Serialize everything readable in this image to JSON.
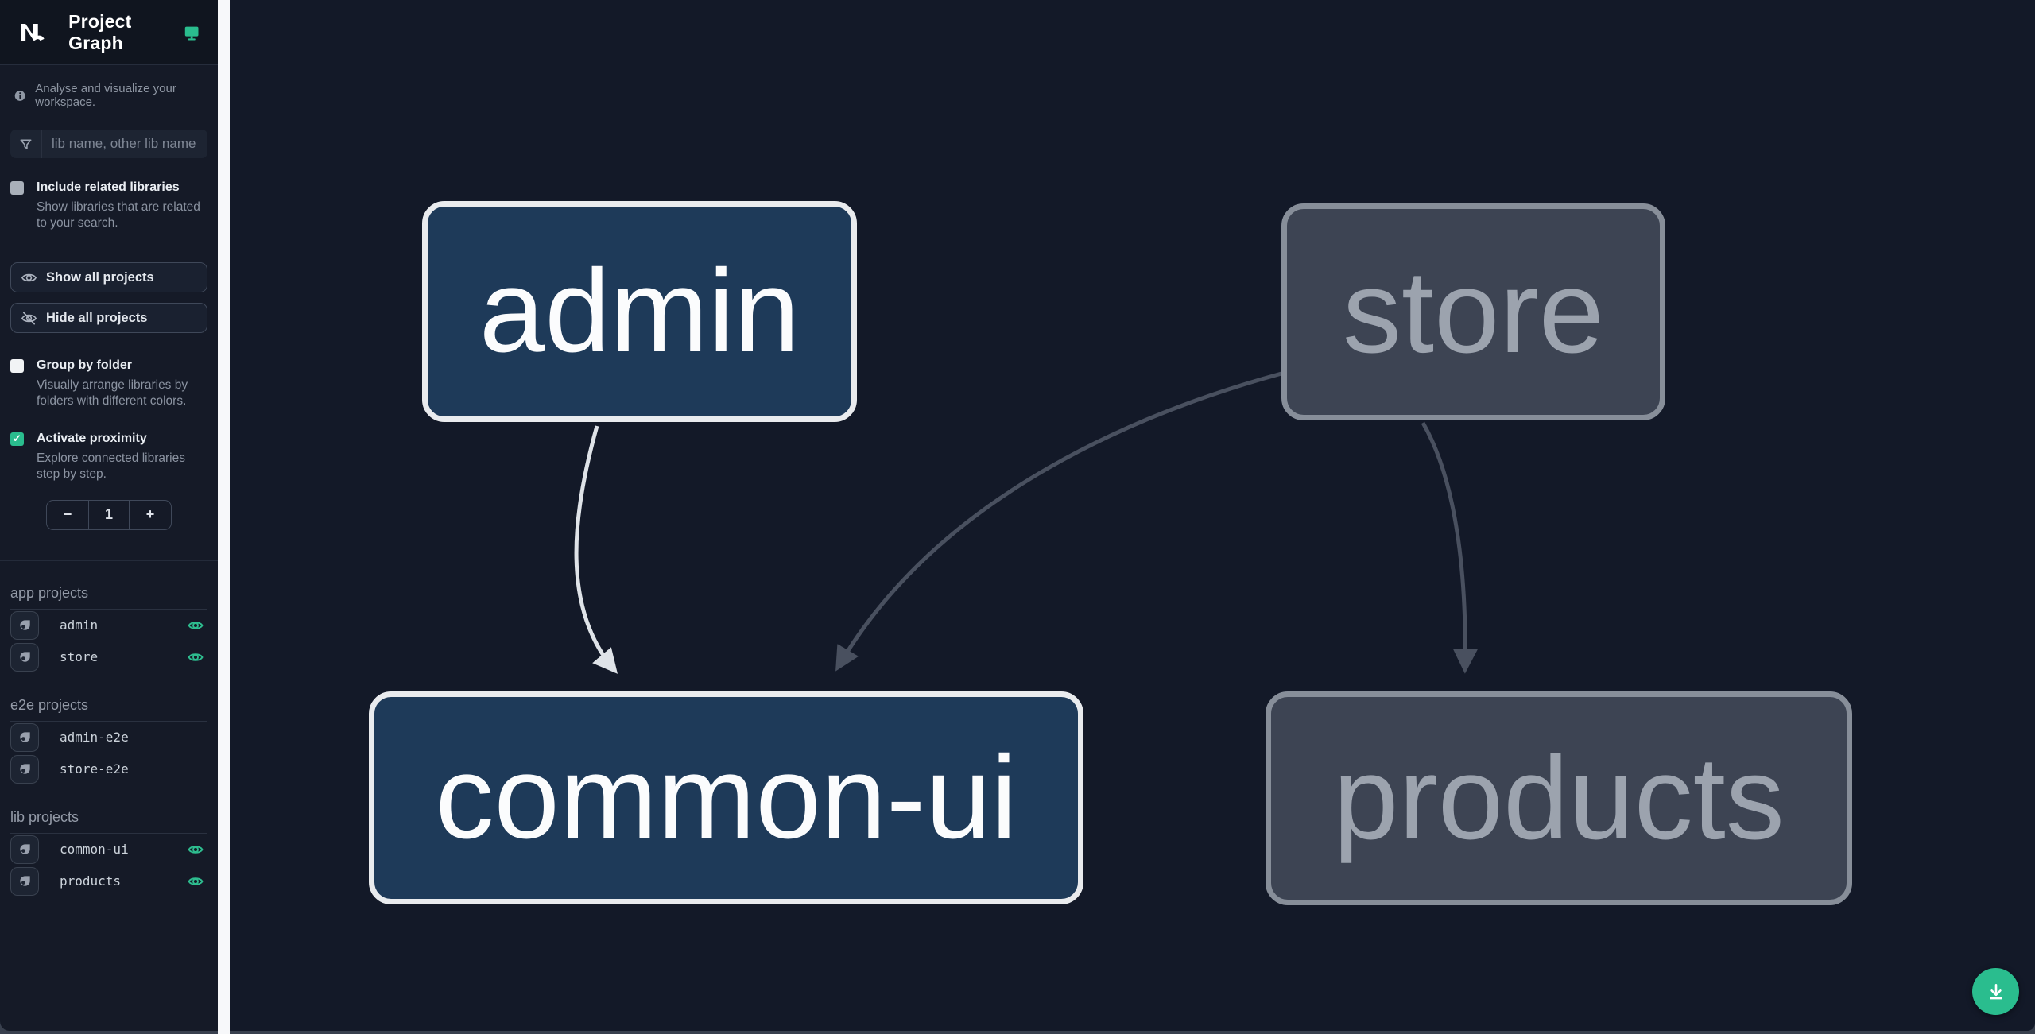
{
  "app": {
    "title": "Project Graph"
  },
  "sidebar": {
    "tagline": "Analyse and visualize your workspace.",
    "search": {
      "placeholder": "lib name, other lib name"
    },
    "include_related": {
      "label": "Include related libraries",
      "description": "Show libraries that are related to your search.",
      "checked": false
    },
    "buttons": {
      "show_all": "Show all projects",
      "hide_all": "Hide all projects"
    },
    "group_by_folder": {
      "label": "Group by folder",
      "description": "Visually arrange libraries by folders with different colors.",
      "checked": false
    },
    "proximity": {
      "label": "Activate proximity",
      "description": "Explore connected libraries step by step.",
      "checked": true,
      "check_glyph": "✓"
    },
    "stepper": {
      "decrement": "−",
      "value": "1",
      "increment": "+"
    },
    "sections": [
      {
        "heading": "app projects",
        "items": [
          {
            "name": "admin",
            "visible": true
          },
          {
            "name": "store",
            "visible": true
          }
        ]
      },
      {
        "heading": "e2e projects",
        "items": [
          {
            "name": "admin-e2e",
            "visible": false
          },
          {
            "name": "store-e2e",
            "visible": false
          }
        ]
      },
      {
        "heading": "lib projects",
        "items": [
          {
            "name": "common-ui",
            "visible": true
          },
          {
            "name": "products",
            "visible": true
          }
        ]
      }
    ]
  },
  "graph": {
    "nodes": [
      {
        "id": "admin",
        "label": "admin",
        "state": "highlighted"
      },
      {
        "id": "store",
        "label": "store",
        "state": "dimmed"
      },
      {
        "id": "common-ui",
        "label": "common-ui",
        "state": "highlighted"
      },
      {
        "id": "products",
        "label": "products",
        "state": "dimmed"
      }
    ],
    "edges": [
      {
        "source": "admin",
        "target": "common-ui",
        "style": "highlighted"
      },
      {
        "source": "store",
        "target": "common-ui",
        "style": "dimmed"
      },
      {
        "source": "store",
        "target": "products",
        "style": "dimmed"
      }
    ]
  },
  "colors": {
    "accent_green": "#2abd8e",
    "node_highlight_bg": "#1e3a59",
    "node_highlight_border": "#e9ebee",
    "node_dimmed_bg": "#3d4453",
    "node_dimmed_border": "#878e99",
    "edge_highlighted": "#dfe3e8",
    "edge_dimmed": "#49505f",
    "canvas_bg": "#131928",
    "sidebar_bg": "#151a27"
  }
}
